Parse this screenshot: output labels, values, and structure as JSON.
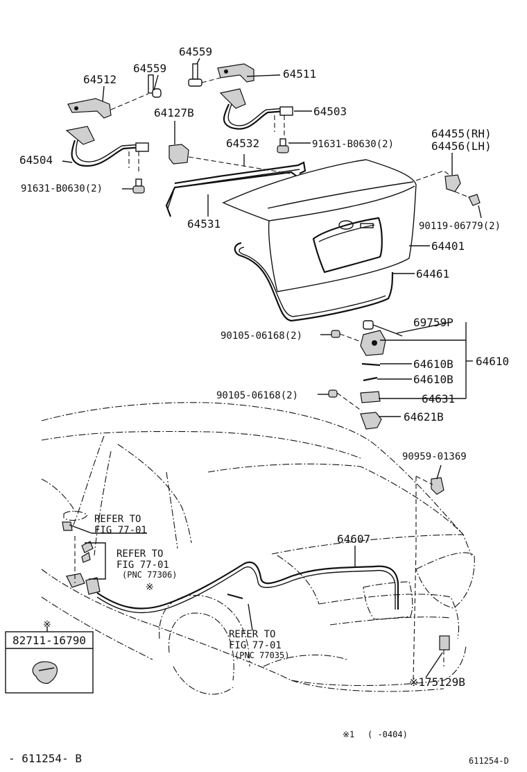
{
  "labels": {
    "p64559_top": "64559",
    "p64512": "64512",
    "p64559": "64559",
    "p64511": "64511",
    "p64503": "64503",
    "p64127B": "64127B",
    "p64532": "64532",
    "p91631_r": "91631-B0630(2)",
    "p64504": "64504",
    "p91631_l": "91631-B0630(2)",
    "p64531": "64531",
    "p64455": "64455(RH)",
    "p64456": "64456(LH)",
    "p90119": "90119-06779(2)",
    "p64401": "64401",
    "p64461": "64461",
    "p69759P": "69759P",
    "p90105_a": "90105-06168(2)",
    "p64610": "64610",
    "p64610B_a": "64610B",
    "p64610B_b": "64610B",
    "p90105_b": "90105-06168(2)",
    "p64631": "64631",
    "p64621B": "64621B",
    "p90959": "90959-01369",
    "p64607": "64607",
    "p75129B": "※175129B"
  },
  "refs": {
    "ref1_line1": "REFER TO",
    "ref1_line2": "FIG 77-01",
    "ref2_line1": "REFER TO",
    "ref2_line2": "FIG 77-01",
    "ref2_line3": "(PNC 77306)",
    "ref3_line1": "REFER TO",
    "ref3_line2": "FIG 77-01",
    "ref3_line3": "(PNC 77035)"
  },
  "box": {
    "mark": "※",
    "part": "82711-16790"
  },
  "marks": {
    "cable_mark": "※"
  },
  "footer": {
    "note_mark": "※1",
    "note_text": "(      -0404)",
    "left_code": "- 611254- B",
    "right_code": "611254-D"
  }
}
